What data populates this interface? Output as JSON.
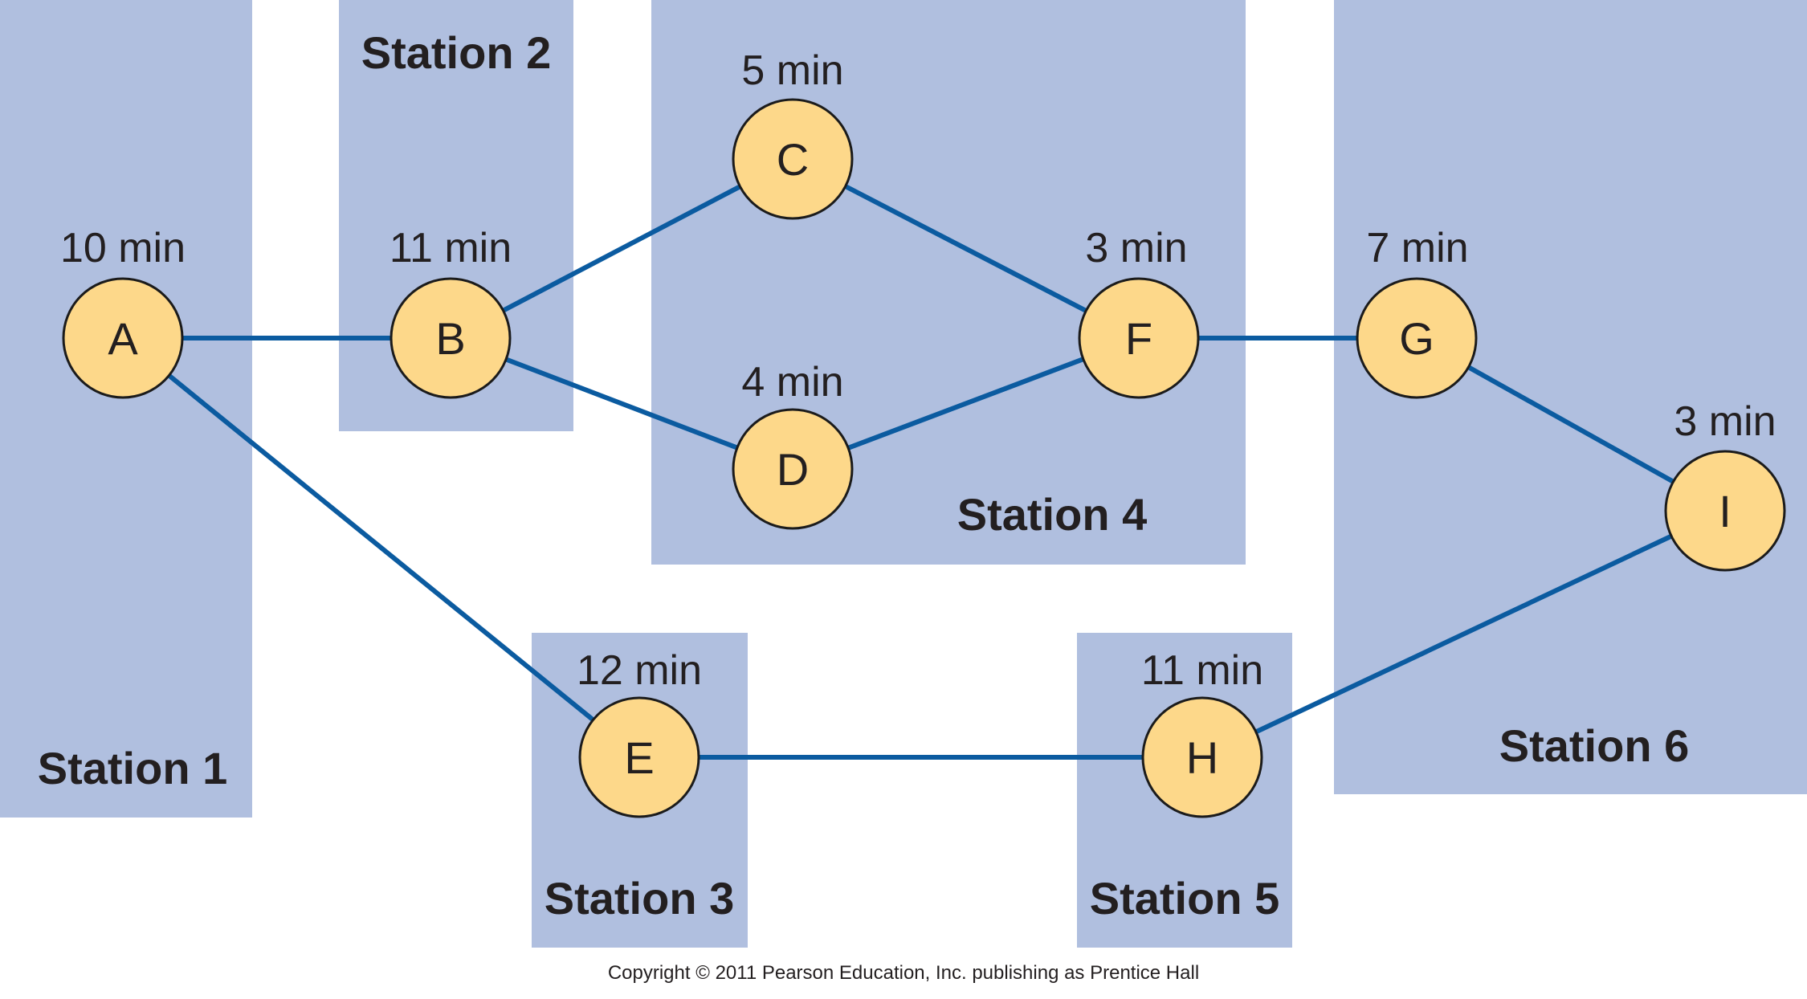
{
  "stations": [
    {
      "id": "station1",
      "label": "Station 1"
    },
    {
      "id": "station2",
      "label": "Station 2"
    },
    {
      "id": "station3",
      "label": "Station 3"
    },
    {
      "id": "station4",
      "label": "Station 4"
    },
    {
      "id": "station5",
      "label": "Station 5"
    },
    {
      "id": "station6",
      "label": "Station 6"
    }
  ],
  "tasks": [
    {
      "id": "A",
      "label": "A",
      "time": "10 min"
    },
    {
      "id": "B",
      "label": "B",
      "time": "11 min"
    },
    {
      "id": "C",
      "label": "C",
      "time": "5 min"
    },
    {
      "id": "D",
      "label": "D",
      "time": "4 min"
    },
    {
      "id": "E",
      "label": "E",
      "time": "12 min"
    },
    {
      "id": "F",
      "label": "F",
      "time": "3 min"
    },
    {
      "id": "G",
      "label": "G",
      "time": "7 min"
    },
    {
      "id": "H",
      "label": "H",
      "time": "11 min"
    },
    {
      "id": "I",
      "label": "I",
      "time": "3 min"
    }
  ],
  "edges": [
    [
      "A",
      "B"
    ],
    [
      "A",
      "E"
    ],
    [
      "B",
      "C"
    ],
    [
      "B",
      "D"
    ],
    [
      "C",
      "F"
    ],
    [
      "D",
      "F"
    ],
    [
      "F",
      "G"
    ],
    [
      "G",
      "I"
    ],
    [
      "E",
      "H"
    ],
    [
      "H",
      "I"
    ]
  ],
  "copyright": "Copyright © 2011 Pearson Education, Inc. publishing as Prentice Hall",
  "colors": {
    "station_fill": "#b0bfdf",
    "node_fill": "#fdd88a",
    "edge": "#0b5ba0",
    "text": "#231f20"
  }
}
